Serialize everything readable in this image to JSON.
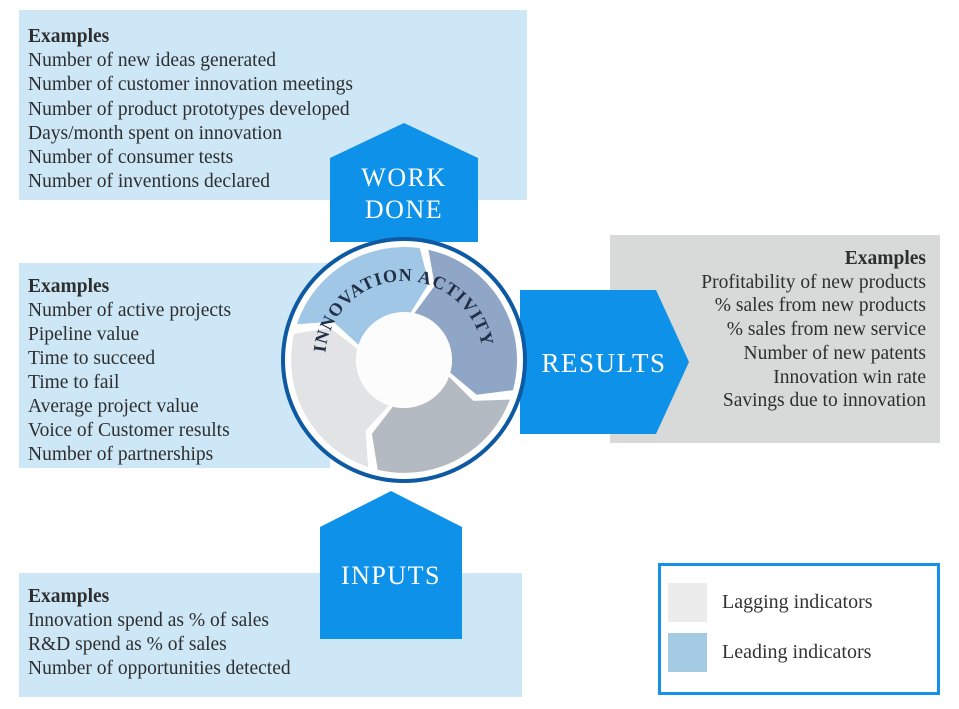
{
  "hub": {
    "label": "INNOVATION ACTIVITY"
  },
  "arrows": {
    "work_done": {
      "line1": "WORK",
      "line2": "DONE"
    },
    "results": {
      "label": "RESULTS"
    },
    "inputs": {
      "label": "INPUTS"
    }
  },
  "boxes": {
    "work_done": {
      "title": "Examples",
      "items": [
        "Number of new ideas generated",
        "Number of customer innovation meetings",
        "Number of product prototypes developed",
        "Days/month spent on innovation",
        "Number of consumer tests",
        "Number of inventions declared"
      ]
    },
    "activity": {
      "title": "Examples",
      "items": [
        "Number of active projects",
        "Pipeline value",
        "Time to succeed",
        "Time to fail",
        "Average project value",
        "Voice of Customer results",
        "Number of partnerships"
      ]
    },
    "results": {
      "title": "Examples",
      "items": [
        "Profitability of new products",
        "% sales from new products",
        "% sales from new service",
        "Number of new patents",
        "Innovation win rate",
        "Savings due to innovation"
      ]
    },
    "inputs": {
      "title": "Examples",
      "items": [
        "Innovation spend as % of sales",
        "R&D spend as % of sales",
        "Number of opportunities detected"
      ]
    }
  },
  "legend": {
    "items": [
      {
        "label": "Lagging indicators",
        "color": "#ececec"
      },
      {
        "label": "Leading indicators",
        "color": "#a5cbe4"
      }
    ]
  },
  "colors": {
    "box_light_blue": "#cde7f7",
    "box_gray": "#d8d9d9",
    "arrow_blue": "#0e92e9",
    "ring_navy": "#0d5aa3",
    "segment_light_blue": "#a0c7e5",
    "segment_blue_gray": "#8fa6c6",
    "segment_gray": "#b3bac2",
    "segment_light_gray": "#e2e3e4",
    "legend_border": "#1591ea",
    "hub_text": "#222f47",
    "body_text": "#2e2e2e"
  }
}
